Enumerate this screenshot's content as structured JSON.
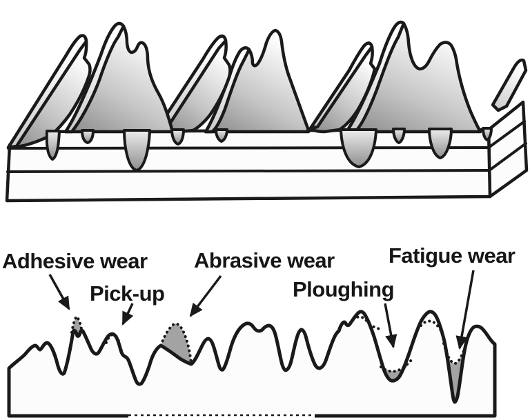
{
  "figure": {
    "labels": {
      "adhesive": "Adhesive wear",
      "pickup": "Pick-up",
      "abrasive": "Abrasive wear",
      "ploughing": "Ploughing",
      "fatigue": "Fatigue wear"
    },
    "colors": {
      "ink": "#1a1a1a",
      "wear_fill": "#a3a3a3",
      "surface_fill": "#fcfcfc",
      "ridge_gradient_dark": "#8a8a8a",
      "ridge_gradient_light": "#ffffff"
    }
  }
}
